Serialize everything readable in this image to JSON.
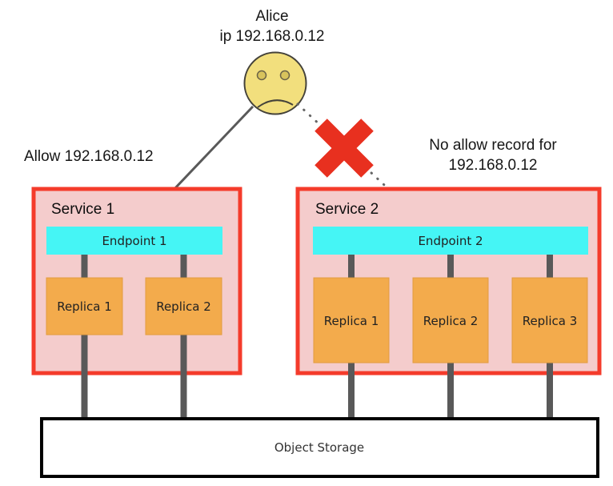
{
  "actor": {
    "name": "Alice",
    "ip": "ip 192.168.0.12"
  },
  "annotations": {
    "allow": "Allow 192.168.0.12",
    "deny": [
      "No allow record for",
      "192.168.0.12"
    ]
  },
  "services": [
    {
      "title": "Service 1",
      "endpoint": "Endpoint 1",
      "replicas": [
        "Replica 1",
        "Replica 2"
      ]
    },
    {
      "title": "Service 2",
      "endpoint": "Endpoint 2",
      "replicas": [
        "Replica 1",
        "Replica 2",
        "Replica 3"
      ]
    }
  ],
  "storage": {
    "label": "Object Storage"
  },
  "colors": {
    "service_fill": "#f4cccc",
    "service_border": "#f43b2b",
    "endpoint_fill": "#45f5f5",
    "replica_fill": "#f3ab4c",
    "replica_border": "#e29b3f",
    "storage_fill": "#ffffff",
    "storage_border": "#000000",
    "connector": "#595959",
    "allow_arrow": "#595959",
    "deny_arrow_dots": "#666666",
    "deny_x": "#e8301f",
    "face_fill": "#f2df7d",
    "face_stroke": "#44423a"
  }
}
